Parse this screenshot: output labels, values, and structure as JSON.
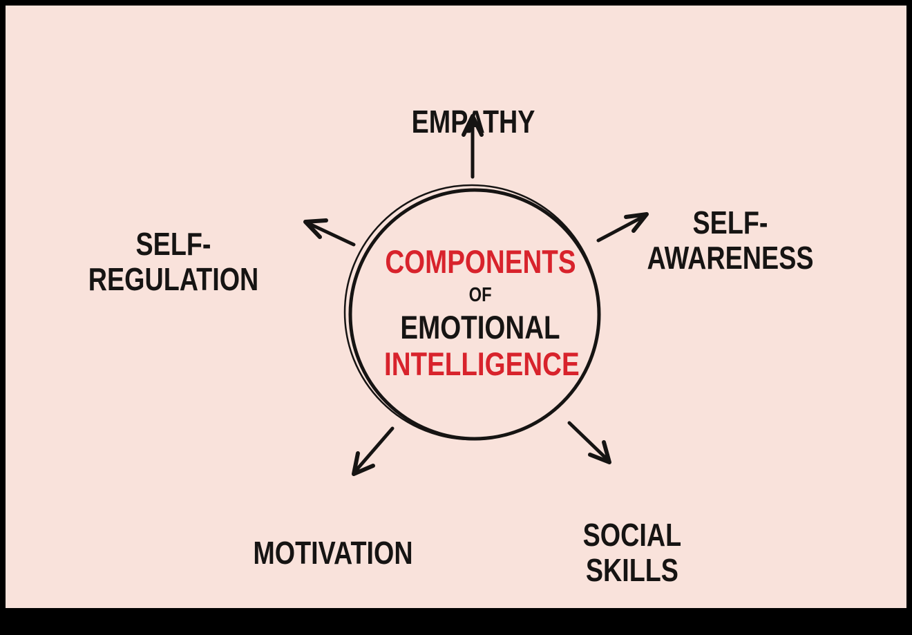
{
  "canvas": {
    "background_color": "#f9e2db",
    "frame_color": "#000000",
    "ink_color": "#161413",
    "accent_color": "#d8232c"
  },
  "hub": {
    "line1": "COMPONENTS",
    "line2": "OF",
    "line3": "EMOTIONAL",
    "line4": "INTELLIGENCE"
  },
  "nodes": [
    {
      "id": "empathy",
      "label": "EMPATHY",
      "position": "top"
    },
    {
      "id": "self-awareness",
      "label": "SELF-AWARENESS",
      "position": "top-right"
    },
    {
      "id": "self-regulation",
      "label": "SELF-REGULATION",
      "position": "top-left"
    },
    {
      "id": "motivation",
      "label": "MOTIVATION",
      "position": "bottom-left"
    },
    {
      "id": "social-skills",
      "label": "SOCIAL\nSKILLS",
      "position": "bottom-right"
    }
  ]
}
